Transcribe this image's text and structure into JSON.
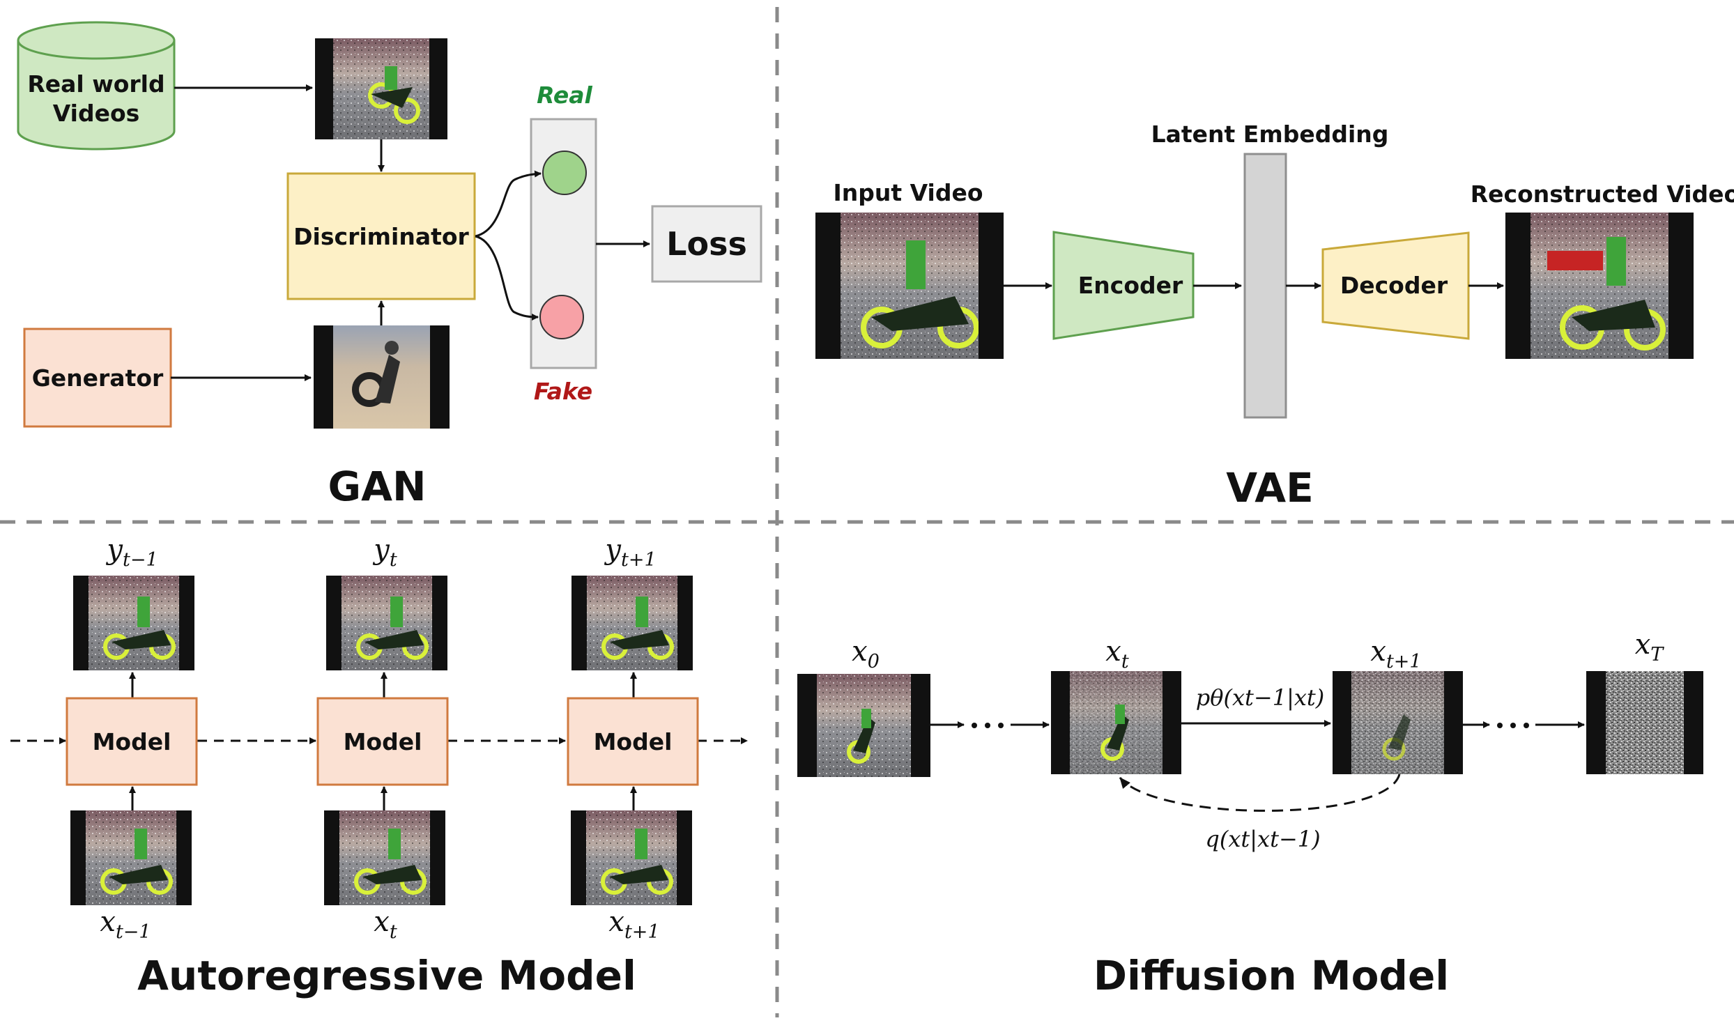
{
  "colors": {
    "green_fill": "#cfe8c2",
    "green_stroke": "#5ea04e",
    "yellow_fill": "#fdf0c6",
    "yellow_stroke": "#c9a93a",
    "orange_fill": "#fbe1d3",
    "orange_stroke": "#d07a3f",
    "gray_fill": "#d4d4d4",
    "gray_stroke": "#8f8f8f",
    "real_green": "#1e8c3a",
    "fake_red": "#b01818",
    "circle_green": "#9fd38b",
    "circle_red": "#f7a1a6"
  },
  "gan": {
    "title": "GAN",
    "db_line1": "Real world",
    "db_line2": "Videos",
    "discriminator": "Discriminator",
    "generator": "Generator",
    "real": "Real",
    "fake": "Fake",
    "loss": "Loss"
  },
  "vae": {
    "title": "VAE",
    "latent": "Latent Embedding",
    "input_video": "Input Video",
    "encoder": "Encoder",
    "decoder": "Decoder",
    "reconstructed": "Reconstructed Video"
  },
  "ar": {
    "title": "Autoregressive Model",
    "model": "Model",
    "outputs": [
      {
        "base": "y",
        "sub": "t−1"
      },
      {
        "base": "y",
        "sub": "t"
      },
      {
        "base": "y",
        "sub": "t+1"
      }
    ],
    "inputs": [
      {
        "base": "x",
        "sub": "t−1"
      },
      {
        "base": "x",
        "sub": "t"
      },
      {
        "base": "x",
        "sub": "t+1"
      }
    ]
  },
  "diffusion": {
    "title": "Diffusion Model",
    "frames": [
      {
        "base": "x",
        "sub": "0"
      },
      {
        "base": "x",
        "sub": "t"
      },
      {
        "base": "x",
        "sub": "t+1"
      },
      {
        "base": "x",
        "sub": "T"
      }
    ],
    "reverse_label": "pθ(xt−1|xt)",
    "forward_label": "q(xt|xt−1)"
  }
}
